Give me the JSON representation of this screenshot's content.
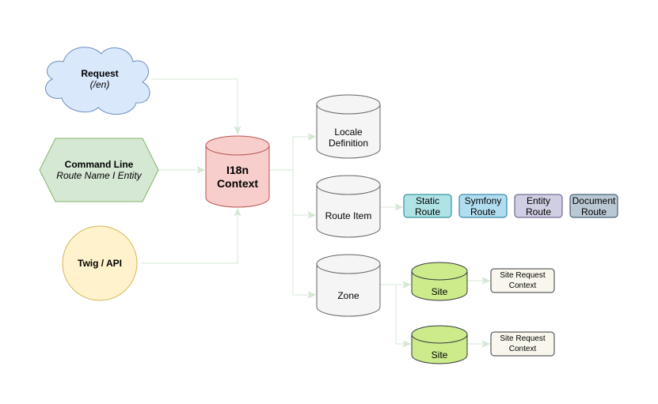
{
  "diagram": {
    "colors": {
      "edge": "#d5e8d4",
      "request_fill": "#dae8fc",
      "request_stroke": "#6c8ebf",
      "command_fill": "#d5e8d4",
      "command_stroke": "#82b366",
      "twig_fill": "#fff2cc",
      "twig_stroke": "#d6b656",
      "context_fill": "#f8cecc",
      "context_stroke": "#b85450",
      "store_fill": "#f5f5f5",
      "store_stroke": "#666666",
      "site_fill": "#cdeb8b",
      "site_stroke": "#36393d",
      "static_fill": "#b0e3e6",
      "static_stroke": "#0e8088",
      "symfony_fill": "#b1ddf0",
      "symfony_stroke": "#10739e",
      "entity_fill": "#d0cee2",
      "entity_stroke": "#56517e",
      "document_fill": "#bac8d3",
      "document_stroke": "#23445d",
      "src_fill": "#f9f7ed",
      "src_stroke": "#36393d"
    },
    "nodes": {
      "request": {
        "title": "Request",
        "subtitle": "(/en)"
      },
      "command_line": {
        "title": "Command Line",
        "subtitle": "Route Name I Entity"
      },
      "twig_api": {
        "title": "Twig / API"
      },
      "i18n_context": {
        "line1": "I18n",
        "line2": "Context"
      },
      "locale_definition": {
        "line1": "Locale",
        "line2": "Definition"
      },
      "route_item": {
        "label": "Route Item"
      },
      "zone": {
        "label": "Zone"
      },
      "static_route": {
        "line1": "Static",
        "line2": "Route"
      },
      "symfony_route": {
        "line1": "Symfony",
        "line2": "Route"
      },
      "entity_route": {
        "line1": "Entity",
        "line2": "Route"
      },
      "document_route": {
        "line1": "Document",
        "line2": "Route"
      },
      "site_1": {
        "label": "Site"
      },
      "site_2": {
        "label": "Site"
      },
      "site_request_context_1": {
        "line1": "Site Request",
        "line2": "Context"
      },
      "site_request_context_2": {
        "line1": "Site Request",
        "line2": "Context"
      }
    }
  }
}
